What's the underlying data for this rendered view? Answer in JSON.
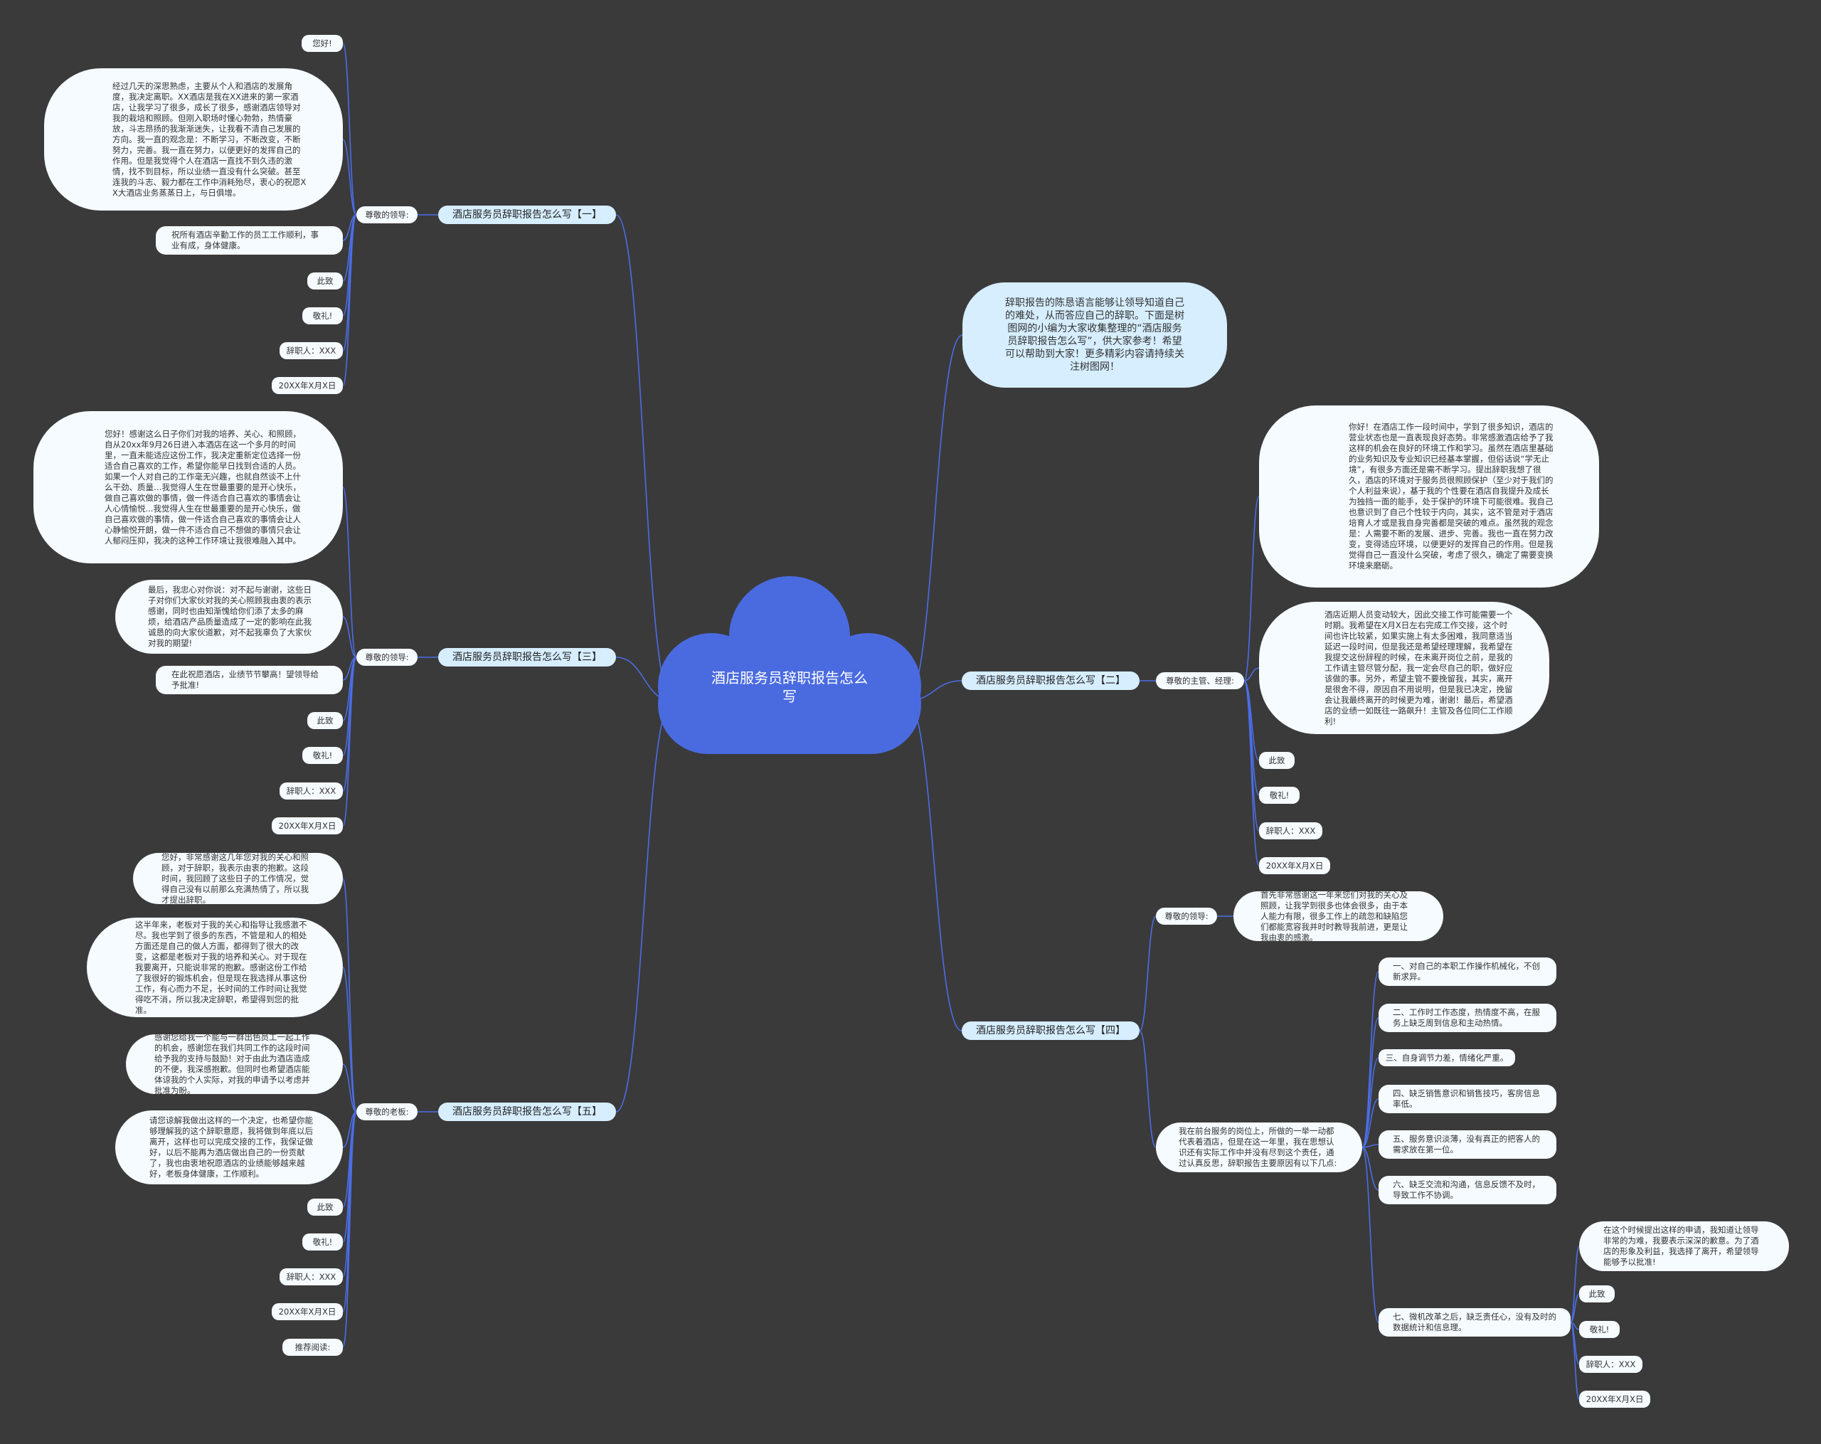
{
  "root": {
    "label": "酒店服务员辞职报告怎么写",
    "color": "#4a6be0"
  },
  "intro": "辞职报告的陈恳语言能够让领导知道自己的难处，从而答应自己的辞职。下面是树图网的小编为大家收集整理的“酒店服务员辞职报告怎么写”，供大家参考！希望可以帮助到大家！更多精彩内容请持续关注树图网！",
  "branches": {
    "b1": {
      "label": "酒店服务员辞职报告怎么写【一】",
      "sub": "尊敬的领导:",
      "items": [
        "您好!",
        "经过几天的深思熟虑，主要从个人和酒店的发展角度，我决定离职。XX酒店是我在XX进来的第一家酒店，让我学习了很多，成长了很多，感谢酒店领导对我的栽培和照顾。但刚入职场时懂心勃勃，热情豪放，斗志昂扬的我渐渐迷失，让我看不清自己发展的方向。我一直的观念是：不断学习，不断改变，不断努力，完善。我一直在努力，以便更好的发挥自己的作用。但是我觉得个人在酒店一直找不到久违的激情，找不到目标，所以业绩一直没有什么突破。甚至连我的斗志、毅力都在工作中消耗殆尽，衷心的祝愿XX大酒店业务蒸蒸日上，与日俱增。",
        "祝所有酒店辛勤工作的员工工作顺利，事业有成，身体健康。",
        "此致",
        "敬礼!",
        "辞职人：XXX",
        "20XX年X月X日"
      ]
    },
    "b3": {
      "label": "酒店服务员辞职报告怎么写【三】",
      "sub": "尊敬的领导:",
      "items": [
        "您好！感谢这么日子你们对我的培养、关心、和照顾，自从20xx年9月26日进入本酒店在这一个多月的时间里，一直未能适应这份工作，我决定重新定位选择一份适合自己喜欢的工作，希望你能早日找到合适的人员。如果一个人对自己的工作毫无兴趣，也就自然谈不上什么干劲、质量…我觉得人生在世最重要的是开心快乐，做自己喜欢做的事情，做一件适合自己喜欢的事情会让人心情愉悦...我觉得人生在世最重要的是开心快乐，做自己喜欢做的事情，做一件适合自己喜欢的事情会让人心静愉悦开朗，做一件不适合自己不想做的事情只会让人郁闷压抑，我决的这种工作环境让我很难融入其中。",
        "最后，我忠心对你说：对不起与谢谢，这些日子对你们大家伙对我的关心照顾我由衷的表示感谢，同时也由知渐愧给你们添了太多的麻烦，给酒店产品质量造成了一定的影响在此我诚恳的向大家伙道歉，对不起我辜负了大家伙对我的期望!",
        "在此祝愿酒店，业绩节节攀高！望领导给予批准!",
        "此致",
        "敬礼!",
        "辞职人：XXX",
        "20XX年X月X日"
      ]
    },
    "b5": {
      "label": "酒店服务员辞职报告怎么写【五】",
      "sub": "尊敬的老板:",
      "items": [
        "您好，非常感谢这几年您对我的关心和照顾，对于辞职，我表示由衷的抱歉。这段时间，我回顾了这些日子的工作情况，觉得自己没有以前那么充满热情了，所以我才提出辞职。",
        "这半年来，老板对于我的关心和指导让我感激不尽。我也学到了很多的东西，不管是和人的相处方面还是自己的做人方面，都得到了很大的改变，这都是老板对于我的培养和关心。对于现在我要离开，只能说非常的抱歉。感谢这份工作给了我很好的锻炼机会，但是现在我选择从事这份工作，有心而力不足，长时间的工作时间让我觉得吃不消，所以我决定辞职，希望得到您的批准。",
        "感谢您给我一个能与一群出色员工一起工作的机会，感谢您在我们共同工作的这段时间给予我的支持与鼓励！对于由此为酒店造成的不便，我深感抱歉。但同时也希望酒店能体谅我的个人实际，对我的申请予以考虑并批准为盼。",
        "请您谅解我做出这样的一个决定，也希望你能够理解我的这个辞职意愿，我将做到年底以后离开，这样也可以完成交接的工作，我保证做好，以后不能再为酒店做出自己的一份贡献了，我也由衷地祝愿酒店的业绩能够越来越好，老板身体健康，工作顺利。",
        "此致",
        "敬礼!",
        "辞职人：XXX",
        "20XX年X月X日",
        "推荐阅读:"
      ]
    },
    "b2": {
      "label": "酒店服务员辞职报告怎么写【二】",
      "sub": "尊敬的主管、经理:",
      "items": [
        "你好！在酒店工作一段时间中，学到了很多知识，酒店的营业状态也是一直表现良好态势。非常感激酒店给予了我这样的机会在良好的环境工作和学习。虽然在酒店里基础的业务知识及专业知识已经基本掌握，但俗话说“学无止境”，有很多方面还是需不断学习。提出辞职我想了很久，酒店的环境对于服务员很照顾保护（至少对于我们的个人利益来说），基于我的个性要在酒店自我提升及成长为独挡一面的能手，处于保护的环境下可能很难。我自己也意识到了自己个性较于内向，其实，这不管是对于酒店培育人才或是我自身完善都是突破的难点。虽然我的观念是：人需要不断的发展、进步、完善。我也一直在努力改变，变得适应环境，以便更好的发挥自己的作用。但是我觉得自己一直没什么突破，考虑了很久，确定了需要变换环境来磨砺。",
        "酒店近期人员变动较大，因此交接工作可能需要一个时期。我希望在X月X日左右完成工作交接，这个时间也许比较紧，如果实施上有太多困难，我同意适当延迟一段时间，但是我还是希望经理理解，我希望在我提交这份辞程的时候，在未离开岗位之前，是我的工作请主管尽管分配，我一定会尽自己的职，做好应该做的事。另外，希望主管不要挽留我，其实，离开是很舍不得，原因自不用说明，但是我已决定，挽留会让我最终离开的时候更为难，谢谢！最后，希望酒店的业绩一如既往一路飙升！主管及各位同仁工作顺利!",
        "此致",
        "敬礼!",
        "辞职人：XXX",
        "20XX年X月X日"
      ]
    },
    "b4": {
      "label": "酒店服务员辞职报告怎么写【四】",
      "sub1": "尊敬的领导:",
      "sub1_text": "首先非常感谢这一年来您们对我的关心及照顾，让我学到很多也体会很多，由于本人能力有限，很多工作上的疏忽和缺陷您们都能宽容我并时时教导我前进，更是让我由衷的感激。",
      "sub2": "我在前台服务的岗位上，所做的一举一动都代表着酒店，但是在这一年里，我在思想认识还有实际工作中并没有尽到这个责任，通过认真反思，辞职报告主要原因有以下几点:",
      "points": [
        "一、对自己的本职工作操作机械化，不创新求异。",
        "二、工作时工作态度，热情度不高，在服务上缺乏周到信息和主动热情。",
        "三、自身调节力差，情绪化严重。",
        "四、缺乏销售意识和销售技巧，客房信息率低。",
        "五、服务意识淡薄，没有真正的把客人的需求放在第一位。",
        "六、缺乏交流和沟通，信息反馈不及时，导致工作不协调。",
        "七、微机改革之后，缺乏责任心，没有及时的数据统计和信息理。"
      ],
      "tail": [
        "在这个时候提出这样的申请，我知道让领导非常的为难，我要表示深深的歉意。为了酒店的形象及利益，我选择了离开，希望领导能够予以批准!",
        "此致",
        "敬礼!",
        "辞职人：XXX",
        "20XX年X月X日"
      ]
    }
  }
}
